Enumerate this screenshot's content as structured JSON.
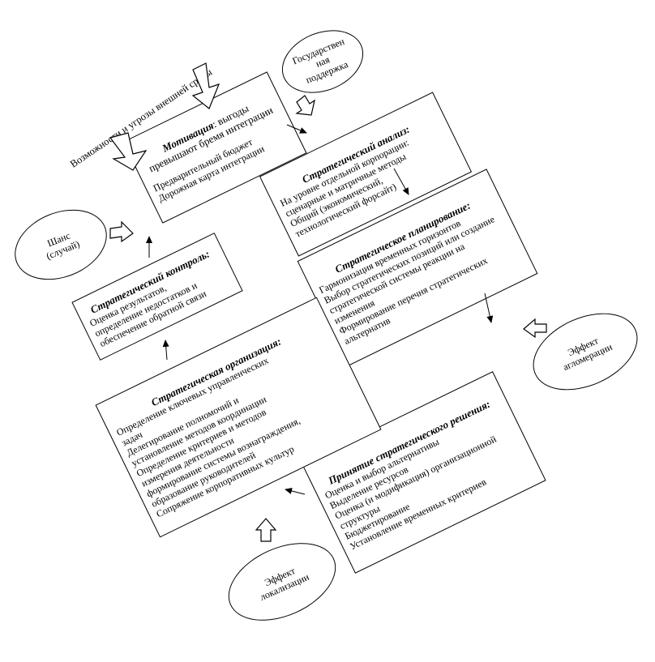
{
  "environment_label": "Возможности и угрозы внешней среды",
  "motivation": {
    "title": "Мотивация",
    "title_tail": ": выгоды превышают бремя интеграции",
    "lines": [
      "Предварительный бюджет",
      "Дорожная карта интеграции"
    ]
  },
  "analysis": {
    "title": "Стратегический анализ:",
    "lines": [
      "На уровне отдельной корпорации:",
      "сценарные и матричные методы",
      "Общий (экономический,",
      "технологический форсайт)"
    ]
  },
  "planning": {
    "title": "Стратегическое планирование:",
    "lines": [
      "Гармонизация временных горизонтов",
      "Выбор стратегических позиций или создание",
      "стратегической системы реакции на",
      "изменения",
      "Формирование перечня стратегических",
      "альтернатив"
    ]
  },
  "decision": {
    "title": "Принятие стратегического решения:",
    "lines": [
      "Оценка и выбор альтернативы",
      "Выделение ресурсов",
      "Оценка (и модификация) организационной",
      "структуры",
      "Бюджетирование",
      "Установление временных критериев"
    ]
  },
  "organization": {
    "title": "Стратегическая организация:",
    "lines": [
      "Определение ключевых управленческих",
      "задач",
      "Делегирование полномочий и",
      "установление методов координации",
      "Определение критериев и методов",
      "измерения деятельности",
      "формирование системы вознаграждения,",
      "образование руководителей",
      "Сопряжение корпоративных культур"
    ]
  },
  "control": {
    "title": "Стратегический контроль:",
    "lines": [
      "Оценка результатов,",
      "определение недостатков и",
      "обеспечение обратной связи"
    ]
  },
  "state_support": {
    "lines": [
      "Государствен",
      "ная",
      "поддержка"
    ]
  },
  "chance": {
    "lines": [
      "Шанс",
      "(случай)"
    ]
  },
  "agglomeration": {
    "lines": [
      "Эффект",
      "агломерации"
    ]
  },
  "localization": {
    "lines": [
      "Эффект",
      "локализации"
    ]
  }
}
